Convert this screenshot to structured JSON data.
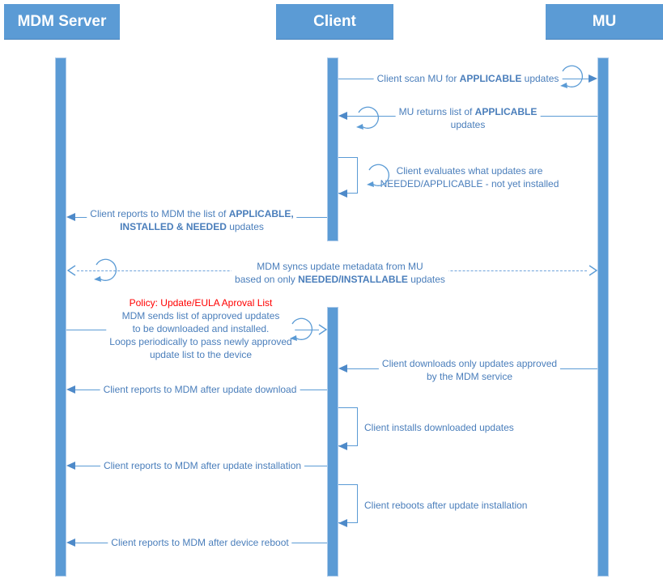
{
  "colors": {
    "actor_fill": "#5B9BD5",
    "lifeline_fill": "#5B9BD5",
    "line": "#5B9BD5",
    "message_text": "#4A7EBB",
    "policy_text": "#FF0000",
    "actor_text": "#FFFFFF"
  },
  "actors": {
    "mdm": "MDM Server",
    "client": "Client",
    "mu": "MU"
  },
  "messages": {
    "scan": {
      "pre": "Client scan MU for ",
      "bold": "APPLICABLE",
      "post": " updates"
    },
    "returns": {
      "pre": "MU returns list of ",
      "bold": "APPLICABLE",
      "line2": "updates"
    },
    "evaluates": {
      "line1": "Client evaluates what updates are",
      "line2": "NEEDED/APPLICABLE - not yet installed"
    },
    "reports_list": {
      "pre": "Client reports to MDM the list of ",
      "bold": "APPLICABLE,",
      "bold2": "INSTALLED & NEEDED",
      "post2": " updates"
    },
    "sync": {
      "line1": "MDM syncs update metadata from MU",
      "pre2": "based on only ",
      "bold2": "NEEDED/INSTALLABLE",
      "post2": " updates"
    },
    "policy": {
      "title": "Policy: Update/EULA Aproval List",
      "line1": "MDM sends list of approved updates",
      "line2": "to be downloaded and installed.",
      "line3": "Loops periodically to pass newly approved",
      "line4": "update list to the device"
    },
    "downloads": {
      "line1": "Client downloads only updates approved",
      "line2": "by the MDM service"
    },
    "report_download": {
      "text": "Client reports to MDM after update download"
    },
    "installs": {
      "text": "Client installs downloaded updates"
    },
    "report_install": {
      "text": "Client reports to MDM after update installation"
    },
    "reboots": {
      "text": "Client reboots after update installation"
    },
    "report_reboot": {
      "text": "Client reports to MDM after device reboot"
    }
  }
}
